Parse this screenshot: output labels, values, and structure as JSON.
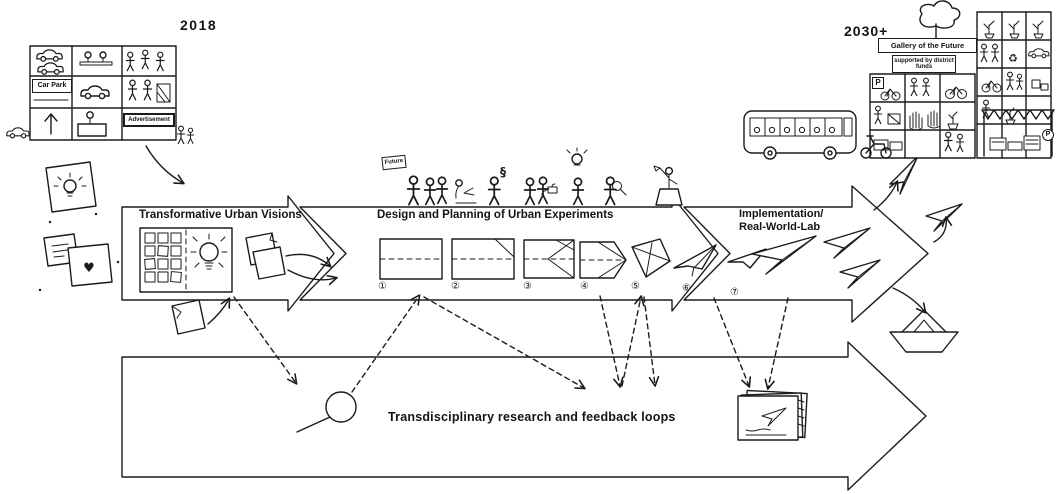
{
  "timeline": {
    "start_year": "2018",
    "end_year": "2030+"
  },
  "arrow_phases": {
    "phase1": "Transformative Urban Visions",
    "phase2": "Design and Planning of Urban Experiments",
    "phase3_line1": "Implementation/",
    "phase3_line2": "Real-World-Lab"
  },
  "research_arrow": {
    "label": "Transdisciplinary research and feedback loops"
  },
  "car_park": {
    "sign": "Car Park",
    "banner": "Advertisement"
  },
  "future_district": {
    "gallery_sign": "Gallery of the Future",
    "funding_note": "supported by district funds",
    "parking_letter": "P"
  },
  "stakeholders": {
    "sign": "Future"
  },
  "steps": [
    "①",
    "②",
    "③",
    "④",
    "⑤",
    "⑥",
    "⑦"
  ],
  "icons": {
    "recycle-icon": "♻",
    "heart-icon": "♥",
    "paragraph-icon": "§"
  }
}
